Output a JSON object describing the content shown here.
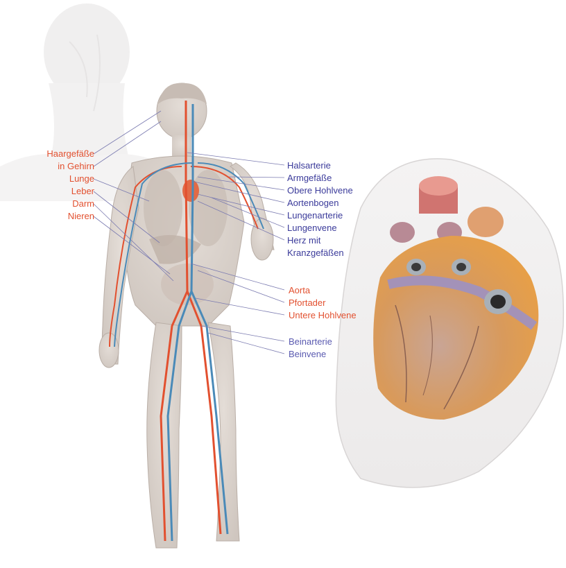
{
  "labels": {
    "left": {
      "haargefaesse_line1": "Haargefäße",
      "haargefaesse_line2": "in Gehirn",
      "lunge": "Lunge",
      "leber": "Leber",
      "darm": "Darm",
      "nieren": "Nieren"
    },
    "right_upper": {
      "halsarterie": "Halsarterie",
      "armgefaesse": "Armgefäße",
      "obere_hohlvene": "Obere Hohlvene",
      "aortenbogen": "Aortenbogen",
      "lungenarterie": "Lungenarterie",
      "lungenvene": "Lungenvene",
      "herz_line1": "Herz mit",
      "herz_line2": "Kranzgefäßen"
    },
    "right_middle": {
      "aorta": "Aorta",
      "pfortader": "Pfortader",
      "untere_hohlvene": "Untere Hohlvene"
    },
    "right_lower": {
      "beinarterie": "Beinarterie",
      "beinvene": "Beinvene"
    }
  },
  "colors": {
    "artery": "#e2502f",
    "vein": "#3a3a9a",
    "vein_light": "#5a5ab0",
    "body": "#d9d2cc",
    "heart_orange": "#e8a050",
    "heart_purple": "#9a90c8"
  }
}
